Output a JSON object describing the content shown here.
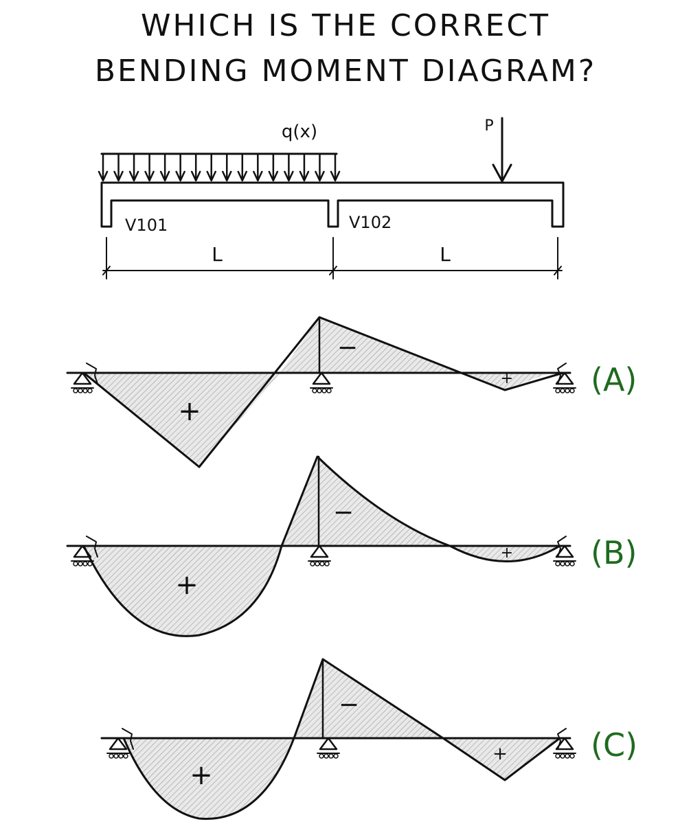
{
  "title": {
    "line1": "WHICH IS THE CORRECT",
    "line2": "BENDING MOMENT DIAGRAM?"
  },
  "beam": {
    "load_label": "q(x)",
    "point_load_label": "P",
    "span1_label": "V101",
    "span2_label": "V102",
    "length1_label": "L",
    "length2_label": "L"
  },
  "options": [
    {
      "label": "(A)",
      "positive_sign": "+",
      "negative_sign": "−",
      "small_positive_sign": "+"
    },
    {
      "label": "(B)",
      "positive_sign": "+",
      "negative_sign": "−",
      "small_positive_sign": "+"
    },
    {
      "label": "(C)",
      "positive_sign": "+",
      "negative_sign": "−",
      "small_positive_sign": "+"
    }
  ],
  "colors": {
    "ink": "#111111",
    "option_label": "#1f6b1f",
    "hatch": "#9a9a9a"
  }
}
